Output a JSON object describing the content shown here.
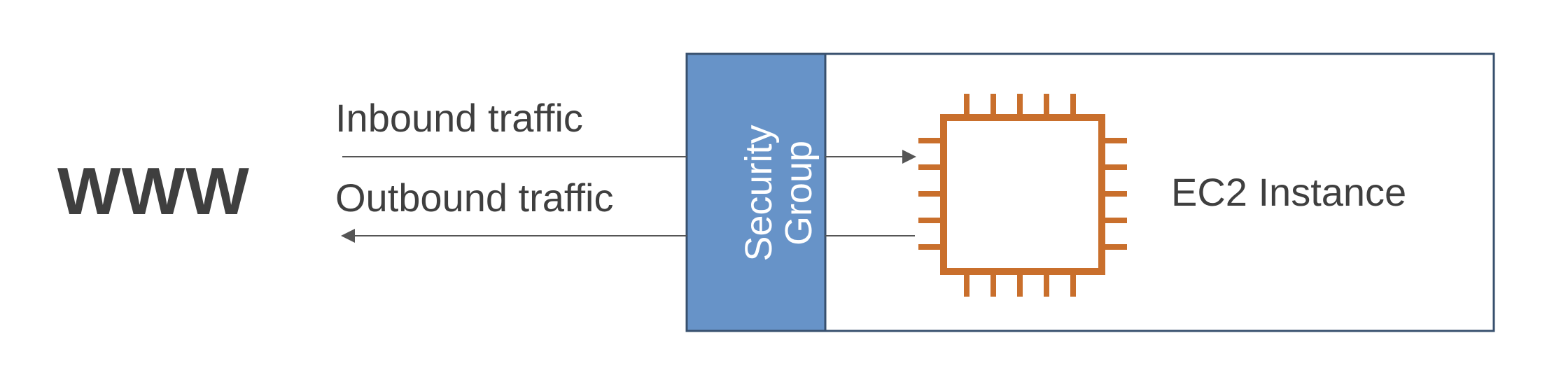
{
  "diagram": {
    "www_label": "WWW",
    "inbound_label": "Inbound traffic",
    "outbound_label": "Outbound traffic",
    "security_group_label": "Security Group",
    "ec2_label": "EC2 Instance",
    "icon": "chip-icon",
    "colors": {
      "text": "#3f3f3f",
      "security_group_fill": "#6793c8",
      "box_stroke": "#38506e",
      "chip_stroke": "#c96f2c",
      "arrow": "#555555"
    }
  }
}
